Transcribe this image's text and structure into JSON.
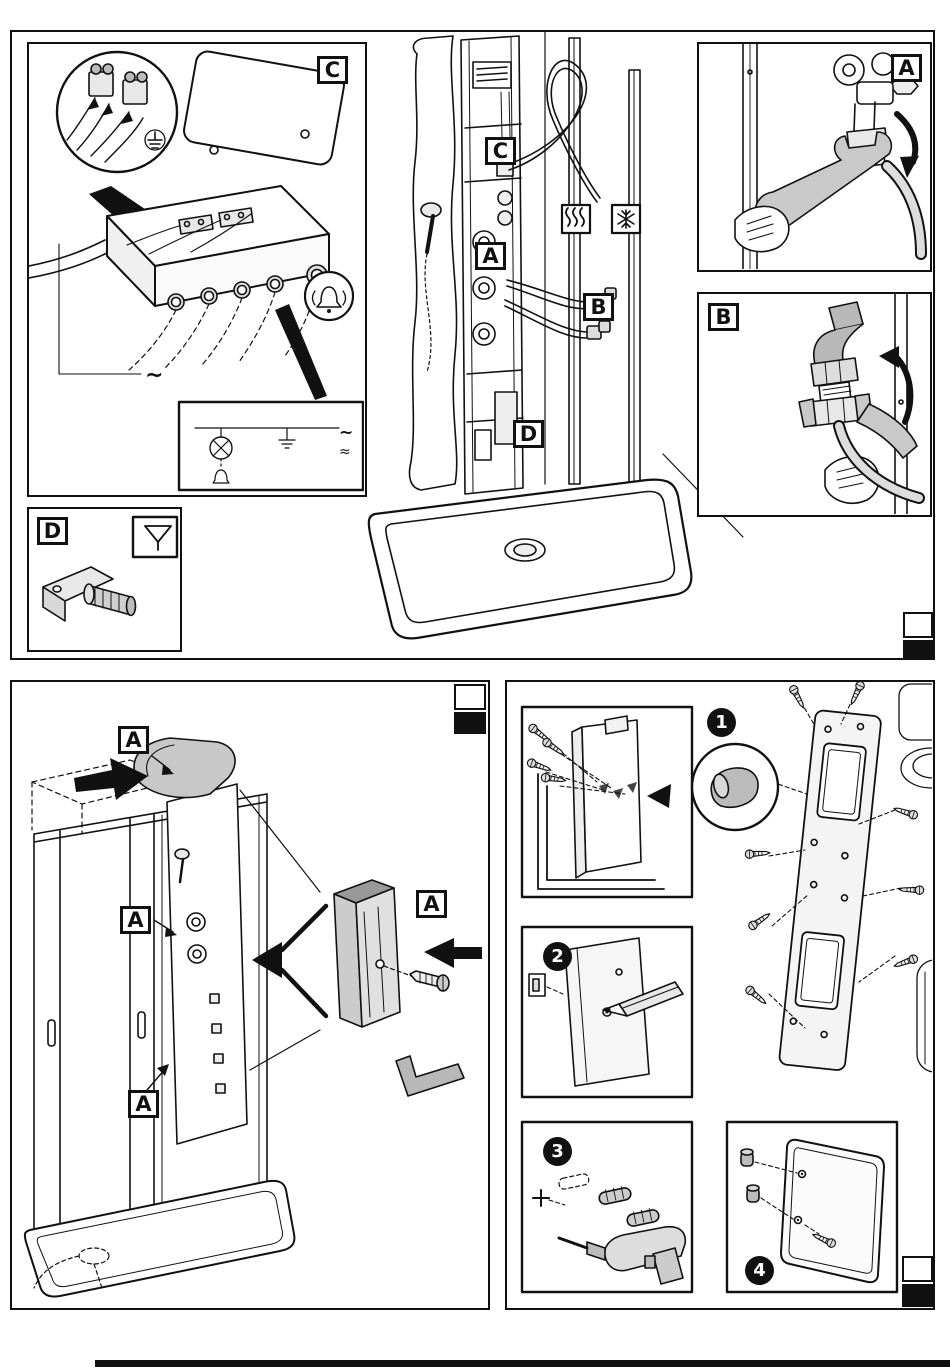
{
  "page": {
    "background": "#ffffff",
    "ink": "#111111"
  },
  "top_section": {
    "electrical_panel": {
      "label": "C",
      "ac_mark": "~",
      "schematic_ac_mark": "~",
      "schematic_ground_mark": "≈",
      "icons": {
        "doorbell": "bell",
        "earth": "ground-terminal"
      }
    },
    "drain_panel": {
      "label": "D",
      "icon": "drain-funnel"
    },
    "column_view": {
      "label_c": "C",
      "label_a": "A",
      "label_b": "B",
      "label_d": "D",
      "icons": {
        "hot_water": "steam-waves",
        "cold_water": "snowflake"
      }
    },
    "fitting_a_panel": {
      "label": "A"
    },
    "fitting_b_panel": {
      "label": "B"
    }
  },
  "bottom_left_section": {
    "label_top": "A",
    "label_mid": "A",
    "label_bottom": "A",
    "label_detail": "A"
  },
  "bottom_right_section": {
    "steps": [
      {
        "num": "1"
      },
      {
        "num": "2"
      },
      {
        "num": "3"
      },
      {
        "num": "4"
      }
    ]
  }
}
